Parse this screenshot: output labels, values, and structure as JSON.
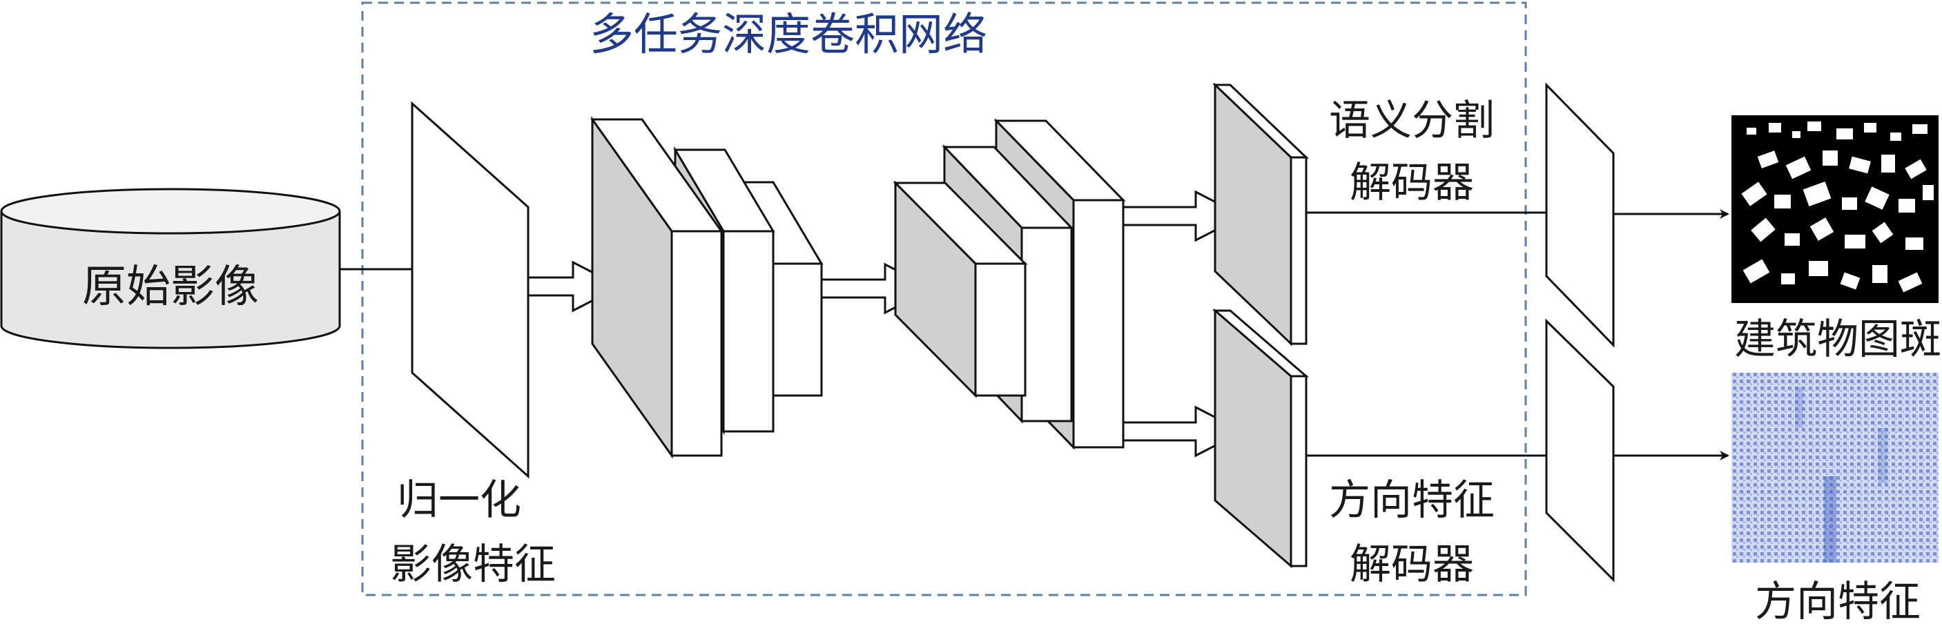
{
  "diagram": {
    "title": "多任务深度卷积网络",
    "input_label": "原始影像",
    "normalize_line1": "归一化",
    "normalize_line2": "影像特征",
    "seg_decoder_line1": "语义分割",
    "seg_decoder_line2": "解码器",
    "dir_decoder_line1": "方向特征",
    "dir_decoder_line2": "解码器",
    "output_top_label": "建筑物图斑",
    "output_bottom_label": "方向特征"
  },
  "colors": {
    "frame_border": "#5b7fa6",
    "title_text": "#1f3a8a",
    "block_shade": "#d0d0d0",
    "stroke": "#111111",
    "direction_blue": "#3f5fc0"
  }
}
